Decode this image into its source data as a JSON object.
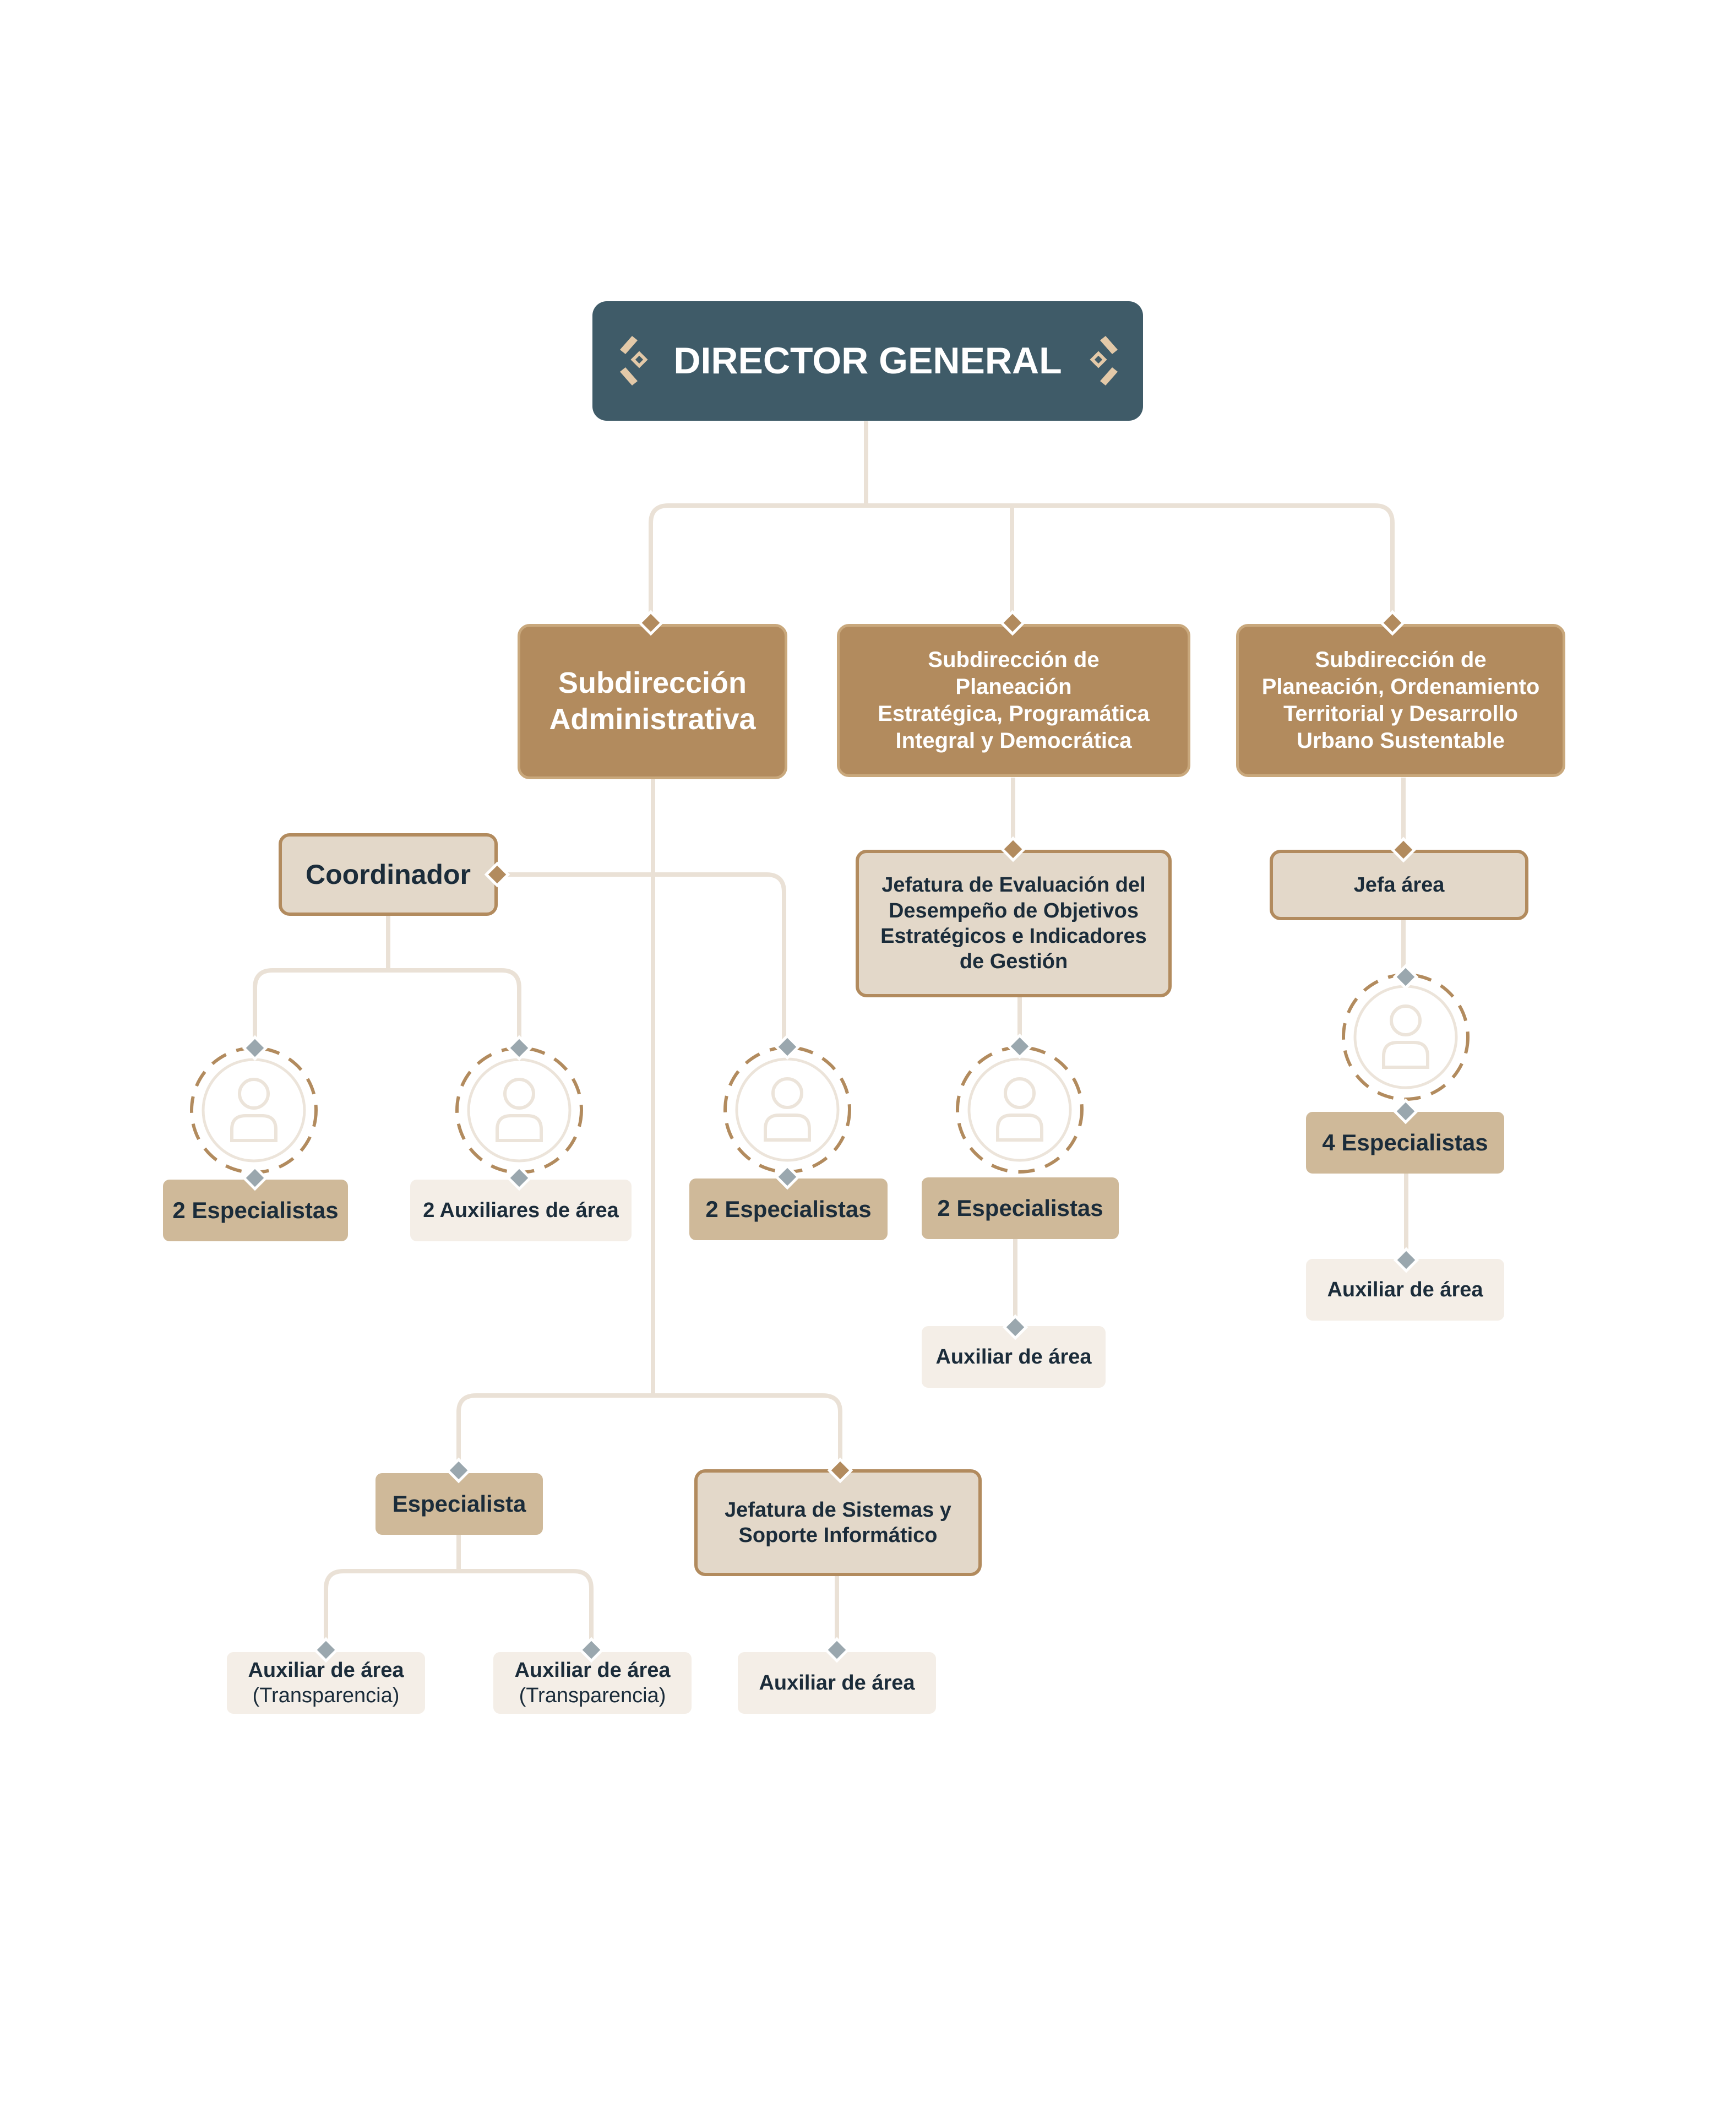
{
  "director": {
    "title": "DIRECTOR GENERAL"
  },
  "admin": {
    "title": [
      "Subdirección",
      "Administrativa"
    ],
    "coordinator": "Coordinador",
    "coord_specialists": "2 Especialistas",
    "coord_assistants": "2 Auxiliares de área",
    "direct_specialists": "2 Especialistas",
    "specialist": "Especialista",
    "transparency_assistant_1": {
      "label": "Auxiliar de área",
      "note": "(Transparencia)"
    },
    "transparency_assistant_2": {
      "label": "Auxiliar de área",
      "note": "(Transparencia)"
    },
    "systems_chief": [
      "Jefatura de Sistemas y",
      "Soporte Informático"
    ],
    "systems_assistant": "Auxiliar de área"
  },
  "planning": {
    "title": [
      "Subdirección de",
      "Planeación",
      "Estratégica, Programática",
      "Integral y Democrática"
    ],
    "evaluation_chief": [
      "Jefatura de Evaluación del",
      "Desempeño de Objetivos",
      "Estratégicos e Indicadores",
      "de Gestión"
    ],
    "specialists": "2 Especialistas",
    "assistant": "Auxiliar de área"
  },
  "territorial": {
    "title": [
      "Subdirección de",
      "Planeación, Ordenamiento",
      "Territorial y Desarrollo",
      "Urbano Sustentable"
    ],
    "area_chief": "Jefa área",
    "specialists": "4 Especialistas",
    "assistant": "Auxiliar de área"
  },
  "colors": {
    "director": "#3f5b68",
    "subdirection": "#b28b5e",
    "chief": "#e3d8c9",
    "specialist": "#cfb999",
    "assistant": "#f4eee7",
    "connector": "#eae1d6",
    "diamond_gold": "#b28b5e",
    "diamond_gray": "#9aa7ae"
  },
  "icons": [
    "person-icon",
    "diamond-connector-icon",
    "chevron-ornament-icon"
  ]
}
